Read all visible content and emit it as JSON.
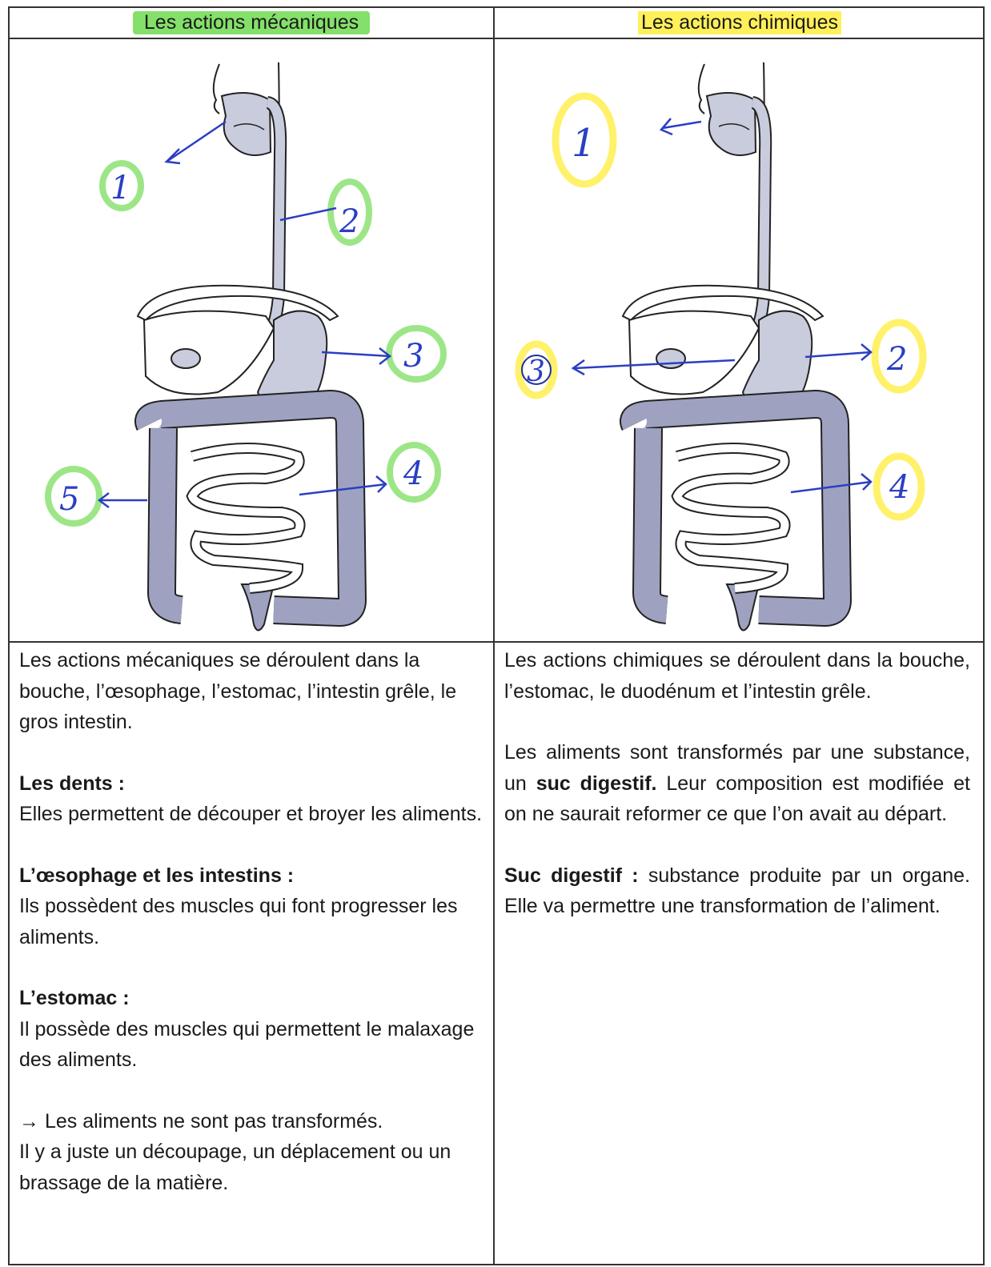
{
  "headers": {
    "left": "Les actions mécaniques",
    "right": "Les actions chimiques"
  },
  "annotations": {
    "left": [
      "1",
      "2",
      "3",
      "4",
      "5"
    ],
    "right": [
      "1",
      "2",
      "3",
      "4"
    ]
  },
  "left_text": {
    "intro": "Les actions mécaniques se déroulent dans la bouche, l’œsophage, l’estomac, l’intestin grêle, le gros intestin.",
    "dents_title": "Les dents :",
    "dents_text": "Elles permettent de découper et broyer les aliments.",
    "oesophage_title": "L’œsophage et les intestins :",
    "oesophage_text": "Ils possèdent des muscles qui font progresser les aliments.",
    "estomac_title": "L’estomac :",
    "estomac_text": "Il possède des muscles qui permettent le malaxage des aliments.",
    "conclusion_arrow": "→",
    "conclusion_1": " Les aliments ne sont pas transformés.",
    "conclusion_2": "Il y a juste un découpage, un déplacement ou un brassage de la matière."
  },
  "right_text": {
    "intro": "Les actions chimiques se déroulent dans la bouche, l’estomac, le duodénum et l’intestin grêle.",
    "para2_before": "Les aliments sont transformés par une substance, un ",
    "para2_bold": "suc digestif.",
    "para2_after": " Leur composition est modifiée et on ne saurait reformer ce que l’on avait au départ.",
    "def_term": "Suc digestif :",
    "def_text": " substance produite par un organe. Elle va permettre une transformation de l’aliment."
  },
  "colors": {
    "green_highlight": "#84e06a",
    "yellow_highlight": "#fff05a",
    "ink_blue": "#2a3fc4",
    "organ_fill": "#c9ccdc",
    "intestine_fill": "#9ea2c0"
  }
}
